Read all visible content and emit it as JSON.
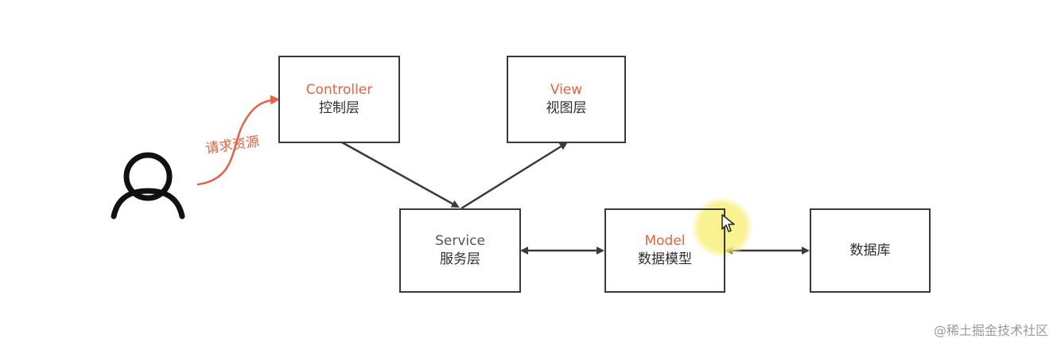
{
  "nodes": {
    "controller": {
      "en": "Controller",
      "zh": "控制层"
    },
    "view": {
      "en": "View",
      "zh": "视图层"
    },
    "service": {
      "en": "Service",
      "zh": "服务层"
    },
    "model": {
      "en": "Model",
      "zh": "数据模型"
    },
    "database": {
      "zh": "数据库"
    }
  },
  "edges": {
    "user_to_controller": {
      "label": "请求资源"
    }
  },
  "watermark": "@稀土掘金技术社区",
  "colors": {
    "accent": "#e8613e",
    "stroke": "#3a3a3a",
    "highlight": "#f8f082"
  },
  "icons": {
    "user": "person-outline-icon",
    "cursor": "mouse-pointer-icon"
  }
}
